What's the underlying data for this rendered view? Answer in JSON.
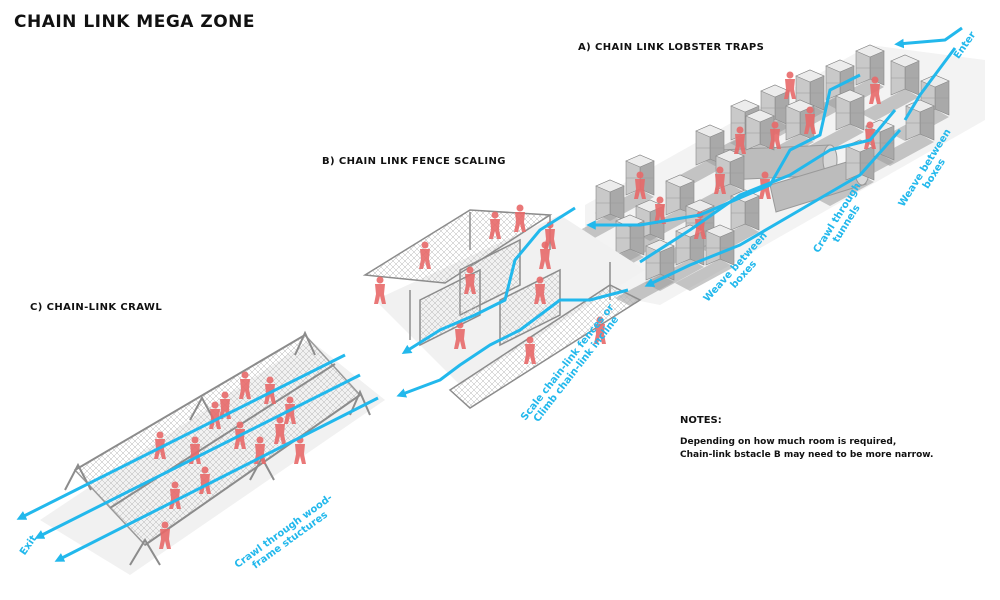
{
  "title": "CHAIN LINK MEGA ZONE",
  "sections": {
    "a": "A) CHAIN LINK LOBSTER TRAPS",
    "b": "B) CHAIN LINK FENCE SCALING",
    "c": "C) CHAIN-LINK CRAWL"
  },
  "annotations": {
    "enter": "Enter",
    "exit": "Exit",
    "weave_1": [
      "Weave between",
      "boxes"
    ],
    "crawl_tunnels": [
      "Crawl through",
      "tunnels"
    ],
    "weave_2": [
      "Weave between",
      "boxes"
    ],
    "scale": [
      "Scale chain-link fences or",
      "Climb chain-link incline"
    ],
    "crawl_wood": [
      "Crawl through wood-",
      "frame stuctures"
    ]
  },
  "notes": {
    "heading": "NOTES:",
    "line1": "Depending on how much room is required,",
    "line2": "Chain-link bstacle B may need to be more narrow."
  },
  "colors": {
    "path": "#22b8ec",
    "figure": "#e86a6a",
    "box_top": "#ececec",
    "box_left": "#c9c9c9",
    "box_right": "#a9a9a9",
    "shadow": "#9a9a9a",
    "frame": "#8c8c8c"
  }
}
